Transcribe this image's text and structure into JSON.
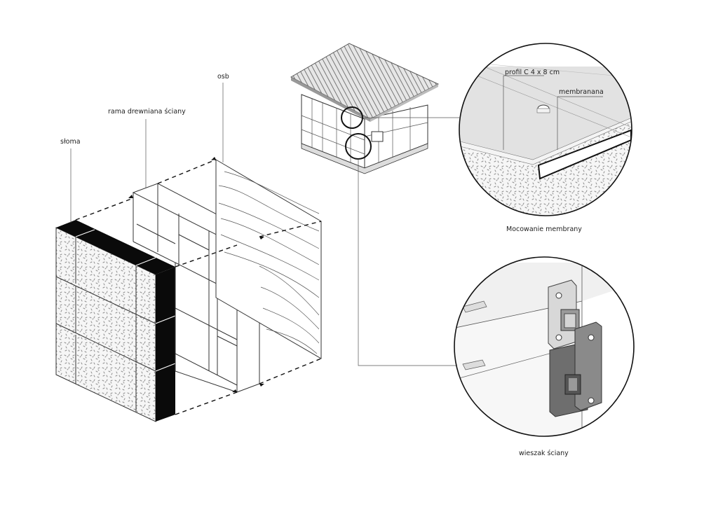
{
  "labels": {
    "straw": "słoma",
    "frame": "rama drewniana ściany",
    "osb": "osb",
    "profile": "profil C 4 x 8 cm",
    "membrane": "membranana",
    "membrane_caption": "Mocowanie membrany",
    "hanger_caption": "wieszak ściany"
  },
  "colors": {
    "line": "#333333",
    "black_block": "#0a0a0a",
    "speckle": "#9a9a9a",
    "roof": "#777777",
    "hanger_metal": "#6e6e6e"
  }
}
